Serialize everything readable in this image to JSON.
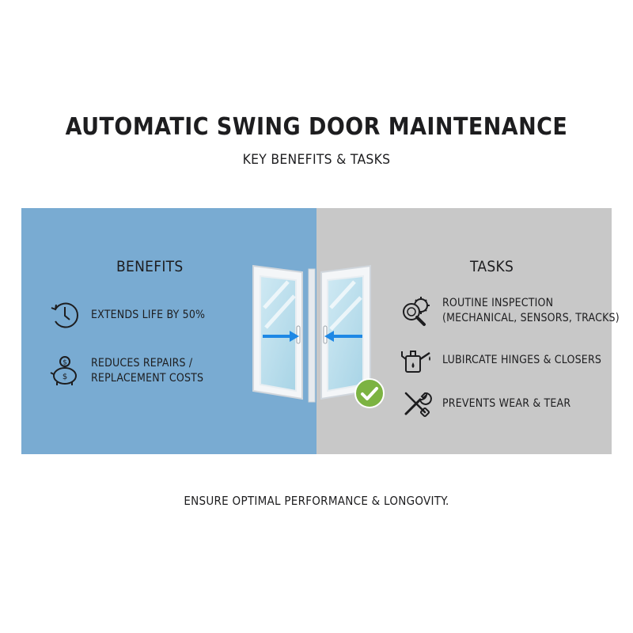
{
  "header": {
    "title": "AUTOMATIC SWING DOOR MAINTENANCE",
    "subtitle": "KEY BENEFITS & TASKS"
  },
  "benefits": {
    "heading": "BENEFITS",
    "items": [
      {
        "icon": "clock-cycle-icon",
        "lines": [
          "EXTENDS LIFE BY 50%"
        ]
      },
      {
        "icon": "piggy-bank-icon",
        "lines": [
          "REDUCES REPAIRS /",
          "REPLACEMENT COSTS"
        ]
      }
    ]
  },
  "tasks": {
    "heading": "TASKS",
    "items": [
      {
        "icon": "gear-magnifier-icon",
        "lines": [
          "ROUTINE INSPECTION",
          "(MECHANICAL, SENSORS, TRACKS)"
        ]
      },
      {
        "icon": "oil-can-icon",
        "lines": [
          "LUBIRCATE HINGES & CLOSERS"
        ]
      },
      {
        "icon": "wrench-screwdriver-icon",
        "lines": [
          "PREVENTS WEAR & TEAR"
        ]
      }
    ]
  },
  "footer": {
    "text": "ENSURE OPTIMAL PERFORMANCE & LONGOVITY."
  },
  "colors": {
    "benefits_panel": "#79abd2",
    "tasks_panel": "#c8c8c8",
    "arrow": "#1e88e5",
    "check": "#7cb342"
  }
}
